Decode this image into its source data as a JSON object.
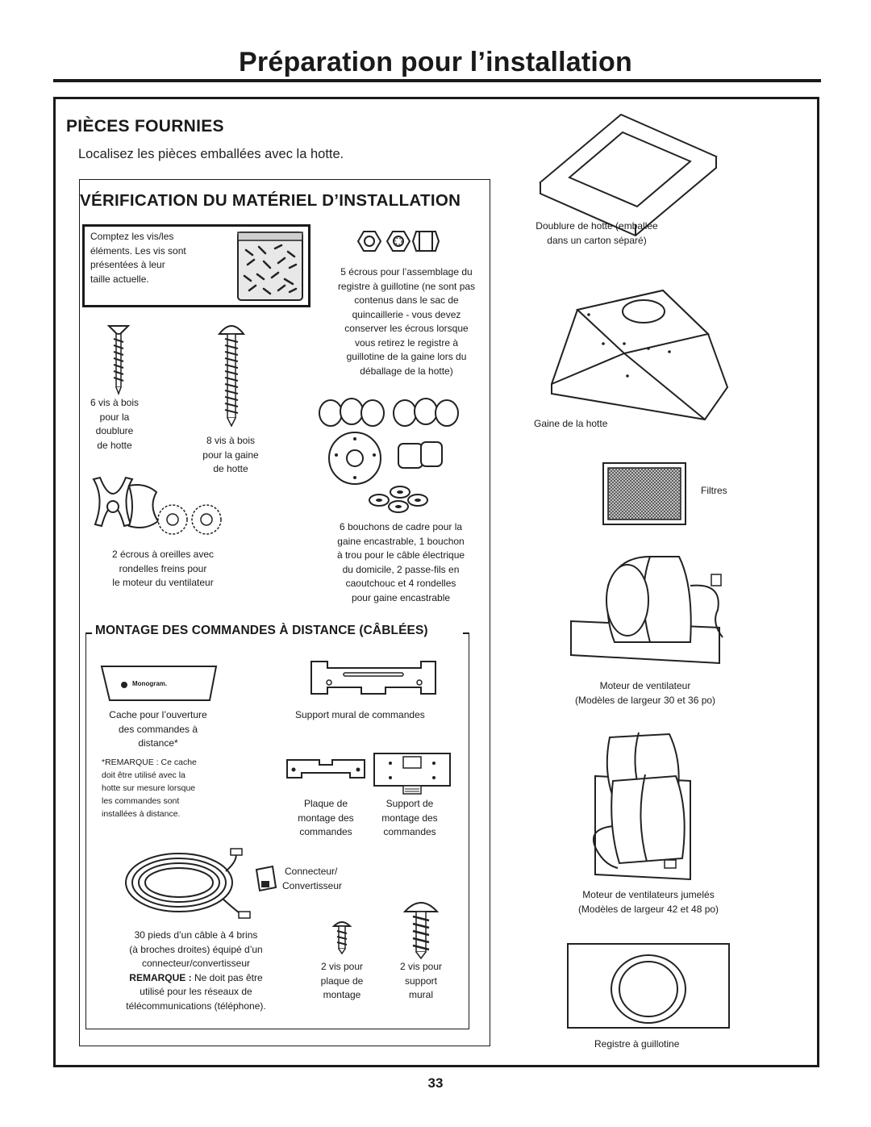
{
  "page": {
    "title": "Préparation pour l’installation",
    "page_number": "33"
  },
  "section": {
    "heading": "PIÈCES FOURNIES",
    "intro": "Localisez les pièces emballées avec la hotte."
  },
  "hardware": {
    "heading": "VÉRIFICATION DU MATÉRIEL D’INSTALLATION",
    "count_note": [
      "Comptez les vis/les",
      "éléments. Les vis sont",
      "présentées à leur",
      "taille actuelle."
    ],
    "nuts_caption": [
      "5 écrous pour l’assemblage du",
      "registre à guillotine (ne sont pas",
      "contenus dans le sac de",
      "quincaillerie - vous devez",
      "conserver les écrous lorsque",
      "vous retirez le registre à",
      "guillotine de la gaine lors du",
      "déballage de la hotte)"
    ],
    "wood_screws_6": [
      "6 vis à bois",
      "pour la",
      "doublure",
      "de hotte"
    ],
    "wood_screws_8": [
      "8 vis à bois",
      "pour la gaine",
      "de hotte"
    ],
    "wing_nuts": [
      "2 écrous à oreilles avec",
      "rondelles freins pour",
      "le moteur du ventilateur"
    ],
    "plugs": [
      "6 bouchons de cadre pour la",
      "gaine encastrable, 1 bouchon",
      "à trou pour le câble électrique",
      "du domicile, 2 passe-fils en",
      "caoutchouc et 4 rondelles",
      "pour gaine encastrable"
    ]
  },
  "controls": {
    "heading": "MONTAGE DES COMMANDES À DISTANCE (CÂBLÉES)",
    "logo_text": "Monogram.",
    "cover": [
      "Cache pour l’ouverture",
      "des commandes à",
      "distance*"
    ],
    "wall_support": "Support mural de commandes",
    "note": [
      "*REMARQUE : Ce cache",
      "doit être utilisé avec la",
      "hotte sur mesure lorsque",
      "les commandes sont",
      "installées à distance."
    ],
    "plate": [
      "Plaque de",
      "montage des",
      "commandes"
    ],
    "support": [
      "Support de",
      "montage des",
      "commandes"
    ],
    "connector": [
      "Connecteur/",
      "Convertisseur"
    ],
    "cable": [
      "30 pieds d’un câble à 4 brins",
      "(à broches droites) équipé d’un",
      "connecteur/convertisseur"
    ],
    "cable_note_bold": "REMARQUE :",
    "cable_note": [
      " Ne doit pas être",
      "utilisé pour les réseaux de",
      "télécommunications (téléphone)."
    ],
    "screws_plate": [
      "2 vis pour",
      "plaque de",
      "montage"
    ],
    "screws_support": [
      "2 vis pour",
      "support",
      "mural"
    ]
  },
  "right": {
    "liner": [
      "Doublure de hotte (emballée",
      "dans un carton séparé)"
    ],
    "duct": "Gaine de la hotte",
    "filters": "Filtres",
    "motor": [
      "Moteur de ventilateur",
      "(Modèles de largeur 30 et 36 po)"
    ],
    "twin_motor": [
      "Moteur de ventilateurs jumelés",
      "(Modèles de largeur 42 et 48 po)"
    ],
    "damper": "Registre à guillotine"
  }
}
